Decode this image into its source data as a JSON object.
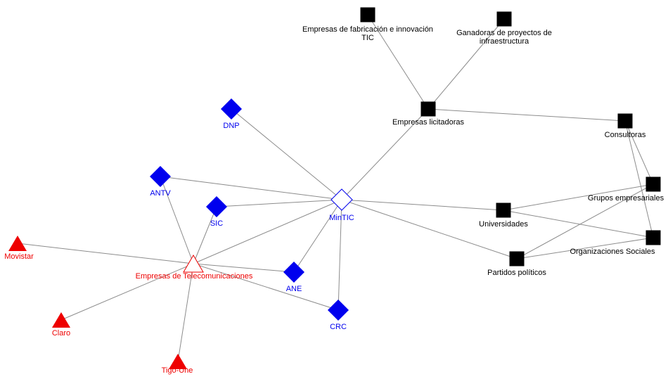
{
  "colors": {
    "blue": "#0000ee",
    "red": "#ee0000",
    "black": "#000000",
    "edge": "#8c8c8c"
  },
  "nodes": [
    {
      "id": "mintic",
      "shape": "diamond-outline",
      "color": "blue",
      "label": "MinTIC"
    },
    {
      "id": "dnp",
      "shape": "diamond",
      "color": "blue",
      "label": "DNP"
    },
    {
      "id": "antv",
      "shape": "diamond",
      "color": "blue",
      "label": "ANTV"
    },
    {
      "id": "sic",
      "shape": "diamond",
      "color": "blue",
      "label": "SIC"
    },
    {
      "id": "ane",
      "shape": "diamond",
      "color": "blue",
      "label": "ANE"
    },
    {
      "id": "crc",
      "shape": "diamond",
      "color": "blue",
      "label": "CRC"
    },
    {
      "id": "telecom",
      "shape": "triangle-outline",
      "color": "red",
      "label": "Empresas de Telecomunicaciones"
    },
    {
      "id": "movistar",
      "shape": "triangle",
      "color": "red",
      "label": "Movistar"
    },
    {
      "id": "claro",
      "shape": "triangle",
      "color": "red",
      "label": "Claro"
    },
    {
      "id": "tigo",
      "shape": "triangle",
      "color": "red",
      "label": "Tigo-Une"
    },
    {
      "id": "fabricacion",
      "shape": "square",
      "color": "black",
      "label": [
        "Empresas de fabricación e innovación",
        "TIC"
      ]
    },
    {
      "id": "ganadoras",
      "shape": "square",
      "color": "black",
      "label": [
        "Ganadoras de proyectos de",
        "infraestructura"
      ]
    },
    {
      "id": "licitadoras",
      "shape": "square",
      "color": "black",
      "label": "Empresas licitadoras"
    },
    {
      "id": "consultoras",
      "shape": "square",
      "color": "black",
      "label": "Consultoras"
    },
    {
      "id": "grupos",
      "shape": "square",
      "color": "black",
      "label": "Grupos empresariales"
    },
    {
      "id": "universidades",
      "shape": "square",
      "color": "black",
      "label": "Universidades"
    },
    {
      "id": "organizaciones",
      "shape": "square",
      "color": "black",
      "label": "Organizaciones Sociales"
    },
    {
      "id": "partidos",
      "shape": "square",
      "color": "black",
      "label": "Partidos políticos"
    }
  ],
  "edges": [
    [
      "dnp",
      "mintic"
    ],
    [
      "antv",
      "mintic"
    ],
    [
      "sic",
      "mintic"
    ],
    [
      "ane",
      "mintic"
    ],
    [
      "crc",
      "mintic"
    ],
    [
      "telecom",
      "mintic"
    ],
    [
      "licitadoras",
      "mintic"
    ],
    [
      "universidades",
      "mintic"
    ],
    [
      "partidos",
      "mintic"
    ],
    [
      "antv",
      "telecom"
    ],
    [
      "sic",
      "telecom"
    ],
    [
      "ane",
      "telecom"
    ],
    [
      "crc",
      "telecom"
    ],
    [
      "movistar",
      "telecom"
    ],
    [
      "claro",
      "telecom"
    ],
    [
      "tigo",
      "telecom"
    ],
    [
      "fabricacion",
      "licitadoras"
    ],
    [
      "ganadoras",
      "licitadoras"
    ],
    [
      "licitadoras",
      "consultoras"
    ],
    [
      "consultoras",
      "grupos"
    ],
    [
      "consultoras",
      "organizaciones"
    ],
    [
      "grupos",
      "universidades"
    ],
    [
      "universidades",
      "organizaciones"
    ],
    [
      "grupos",
      "partidos"
    ],
    [
      "partidos",
      "organizaciones"
    ]
  ]
}
